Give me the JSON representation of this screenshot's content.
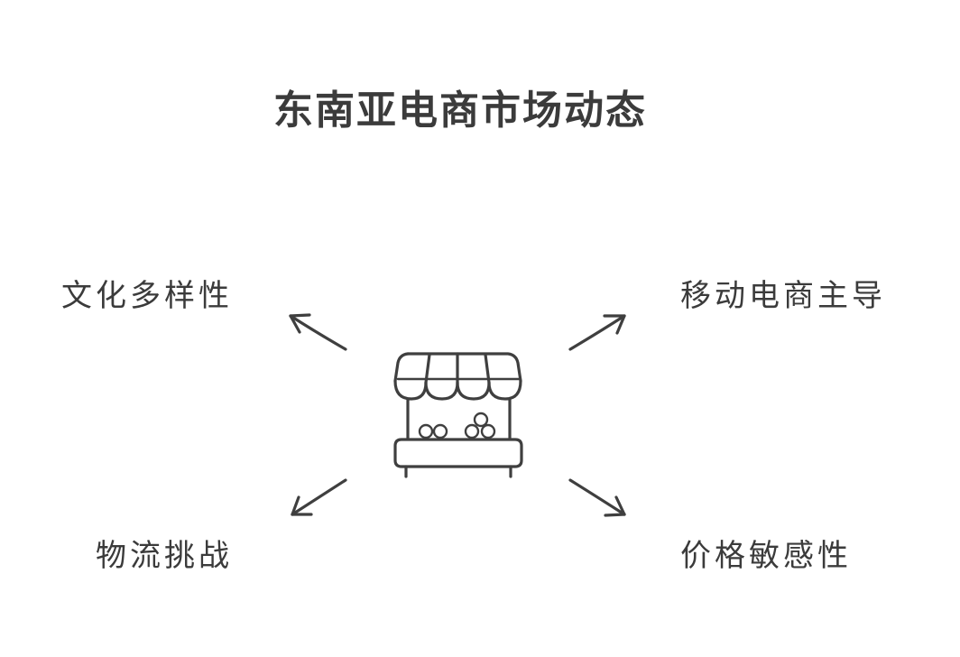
{
  "title": "东南亚电商市场动态",
  "center": {
    "icon": "market-stall-icon"
  },
  "branches": [
    {
      "id": "top-left",
      "label": "文化多样性"
    },
    {
      "id": "top-right",
      "label": "移动电商主导"
    },
    {
      "id": "bottom-left",
      "label": "物流挑战"
    },
    {
      "id": "bottom-right",
      "label": "价格敏感性"
    }
  ],
  "colors": {
    "ink": "#3f3f3f",
    "background": "#ffffff"
  }
}
